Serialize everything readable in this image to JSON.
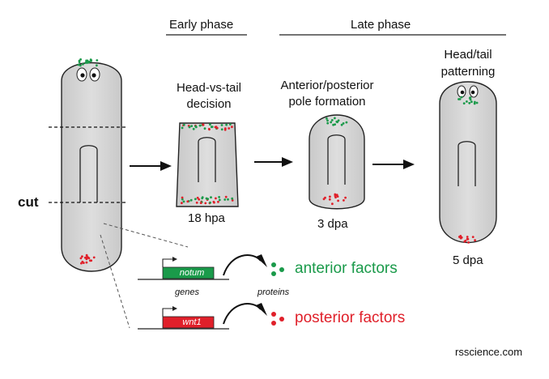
{
  "phases": {
    "early": "Early phase",
    "late": "Late phase"
  },
  "labels": {
    "cut": "cut",
    "head_vs_tail": [
      "Head-vs-tail",
      "decision"
    ],
    "pole_formation": [
      "Anterior/posterior",
      "pole formation"
    ],
    "head_tail_patterning": [
      "Head/tail",
      "patterning"
    ],
    "time_18": "18 hpa",
    "time_3": "3 dpa",
    "time_5": "5 dpa"
  },
  "legend": {
    "gene_anterior": "notum",
    "gene_posterior": "wnt1",
    "genes_caption": "genes",
    "proteins_caption": "proteins",
    "anterior_factors": "anterior factors",
    "posterior_factors": "posterior factors"
  },
  "credit": "rsscience.com",
  "colors": {
    "body_fill": "#d6d6d6",
    "outline": "#222222",
    "anterior_green": "#1a9a4a",
    "posterior_red": "#e0202a"
  }
}
